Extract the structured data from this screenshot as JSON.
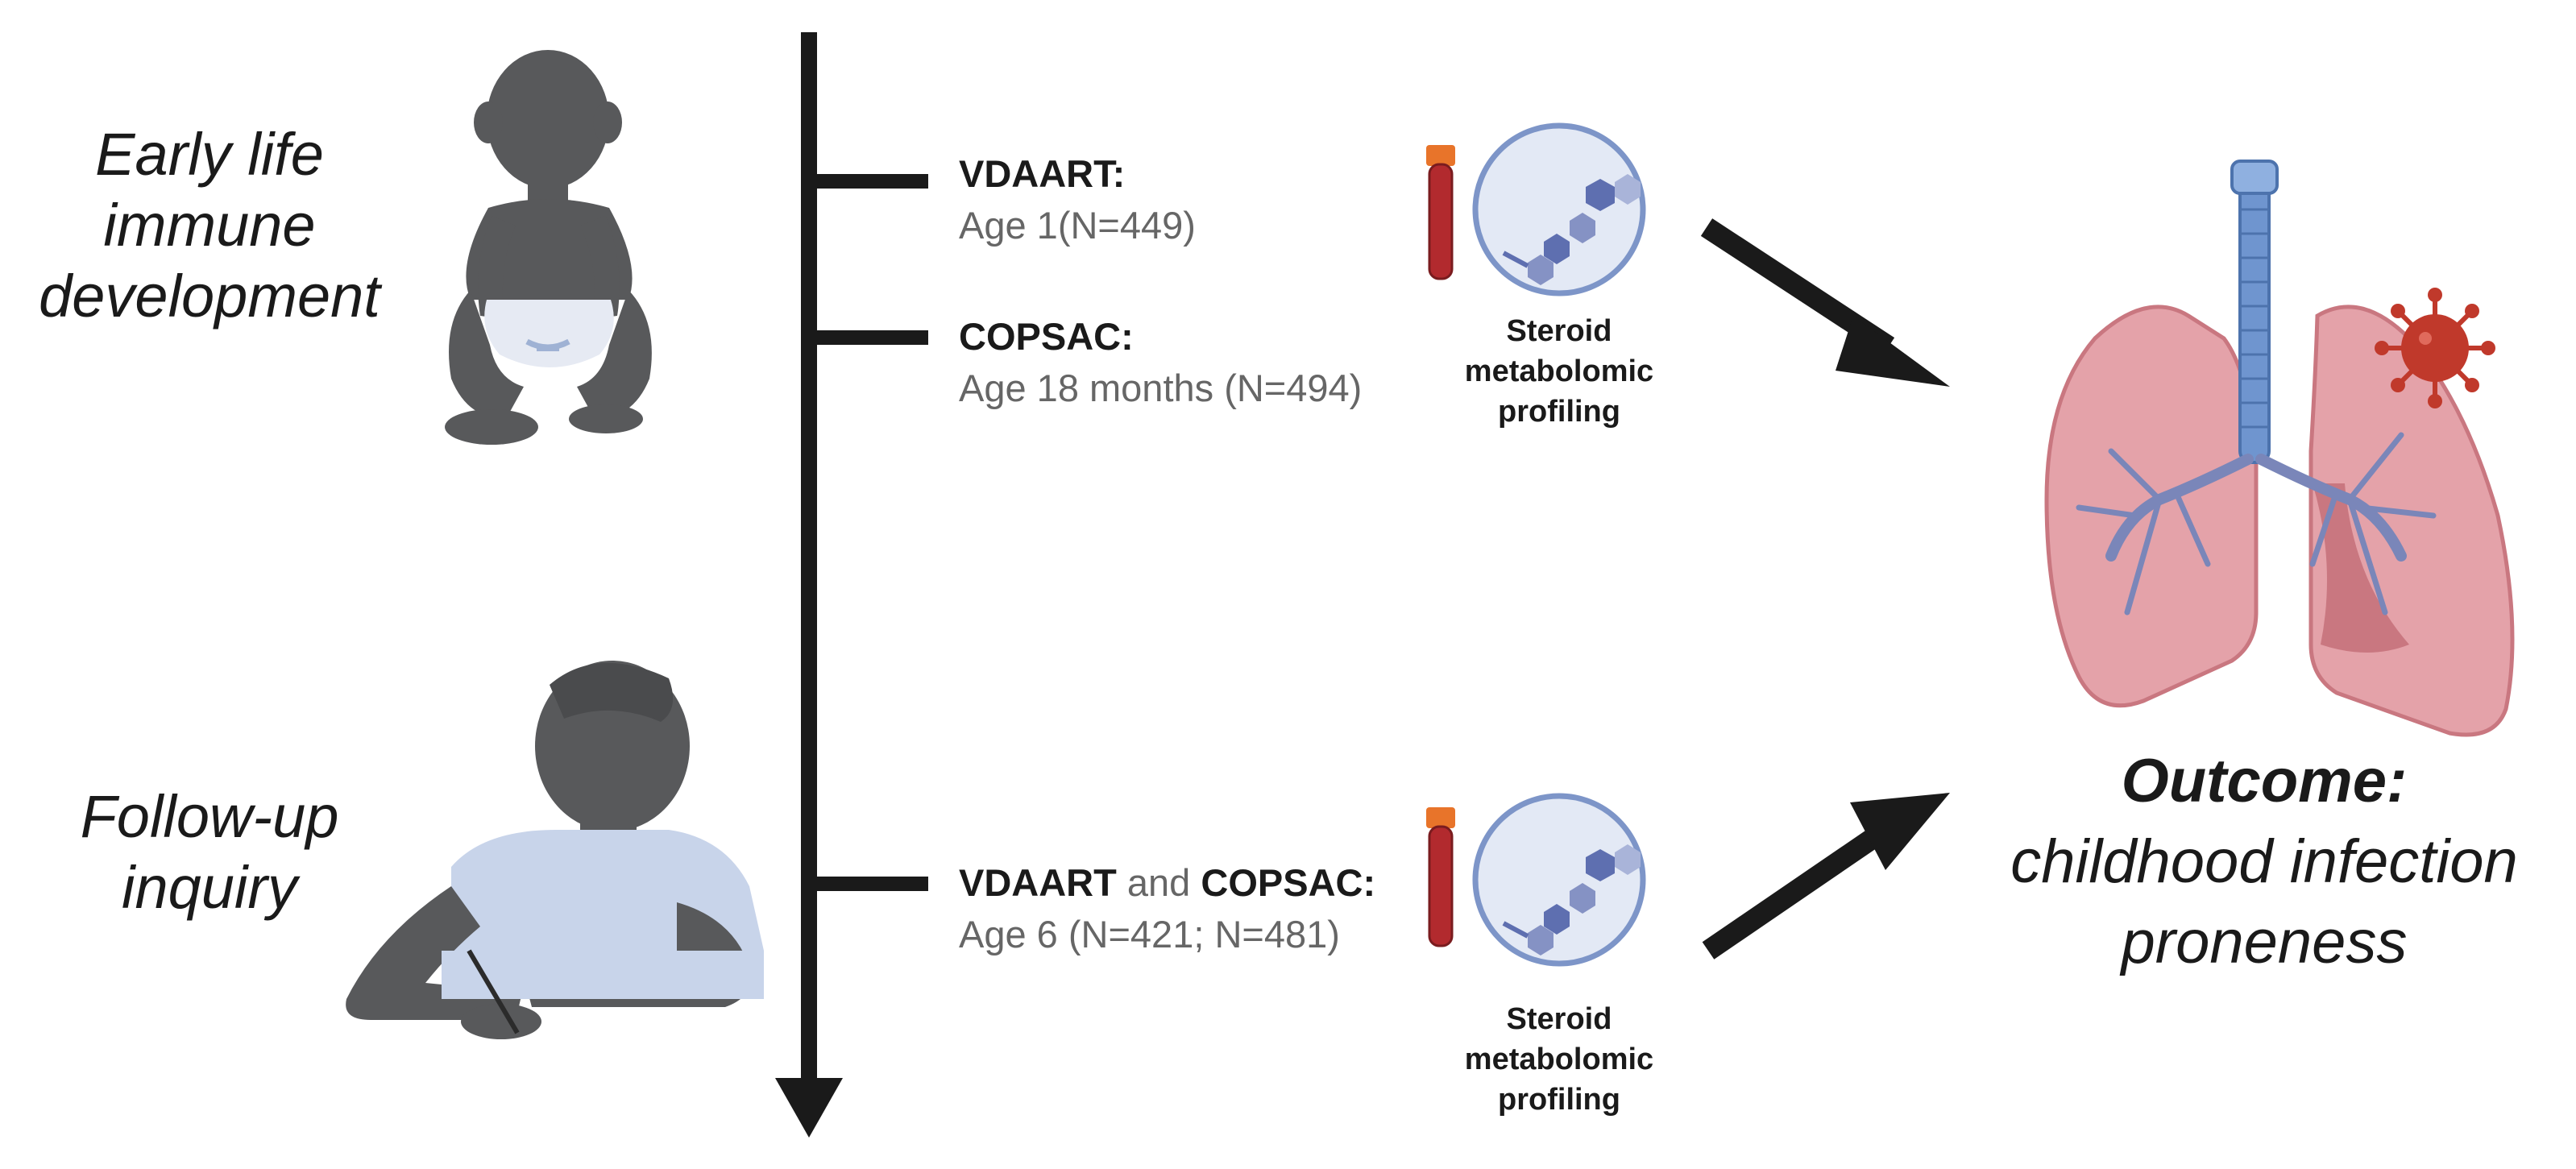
{
  "phases": {
    "early": {
      "lines": [
        "Early life",
        "immune",
        "development"
      ]
    },
    "followup": {
      "lines": [
        "Follow-up",
        "inquiry"
      ]
    }
  },
  "cohorts": [
    {
      "name": "VDAART",
      "suffix": ":",
      "detail": "Age 1(N=449)"
    },
    {
      "name": "COPSAC",
      "suffix": ":",
      "detail": "Age 18 months (N=494)"
    },
    {
      "name": "VDAART",
      "joiner": " and ",
      "name2": "COPSAC",
      "suffix": ":",
      "detail": "Age 6 (N=421; N=481)"
    }
  ],
  "profiling": {
    "lines": [
      "Steroid",
      "metabolomic",
      "profiling"
    ]
  },
  "outcome": {
    "heading": "Outcome:",
    "lines": [
      "childhood infection",
      "proneness"
    ]
  },
  "colors": {
    "silhouette": "#58595b",
    "timeline": "#1a1a1a",
    "tube_blood": "#b22a2e",
    "tube_cap": "#e8742a",
    "molecule_circle_fill": "#e3e9f5",
    "molecule_circle_stroke": "#7d95c8",
    "molecule_hex": "#5e6fb0",
    "lung": "#e4a2a9",
    "lung_dark": "#c97780",
    "airway": "#6f95cf",
    "bronchi": "#7a86b9",
    "virus": "#c0392b",
    "shirt": "#c8d4ea",
    "diaper": "#e6eaf3"
  }
}
